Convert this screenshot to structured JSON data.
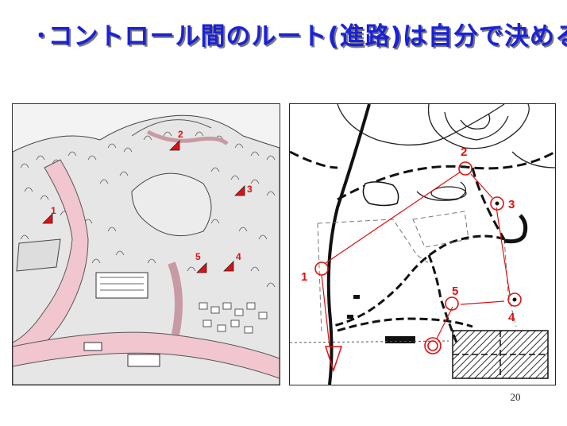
{
  "slide": {
    "title": "･コントロール間のルート(進路)は自分で決める",
    "page_number": "20"
  },
  "colors": {
    "title": "#1a22d8",
    "control_red": "#e01010",
    "road_pink": "#f2c6cf"
  },
  "illustration": {
    "controls": [
      "1",
      "2",
      "3",
      "4",
      "5"
    ]
  },
  "map": {
    "controls": [
      "1",
      "2",
      "3",
      "4",
      "5"
    ]
  }
}
